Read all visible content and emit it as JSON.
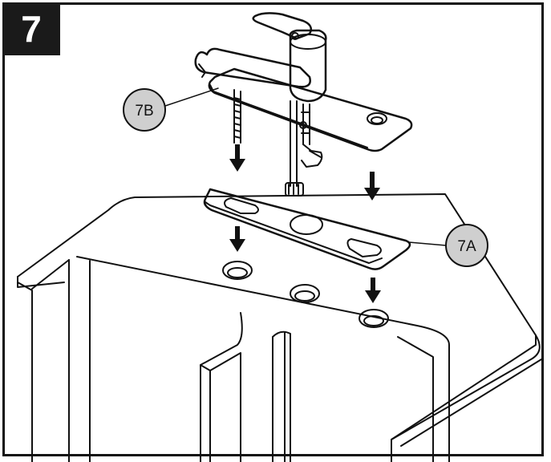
{
  "step": {
    "number": "7"
  },
  "callouts": [
    {
      "id": "7B",
      "label": "7B"
    },
    {
      "id": "7A",
      "label": "7A"
    }
  ],
  "colors": {
    "ink": "#111111",
    "callout_fill": "#cfcfcf",
    "badge_fill": "#1a1a1a"
  }
}
